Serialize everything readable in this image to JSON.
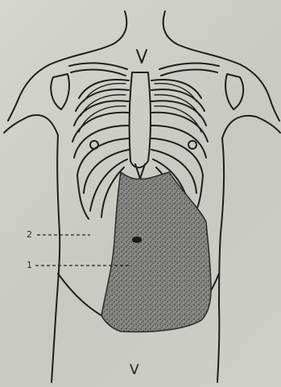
{
  "figure": {
    "label": "V",
    "callouts": [
      {
        "number": "2"
      },
      {
        "number": "1"
      }
    ],
    "colors": {
      "paper": "#cfcfca",
      "ink": "#1e1e1e",
      "shading": "#3a3a3a"
    }
  }
}
